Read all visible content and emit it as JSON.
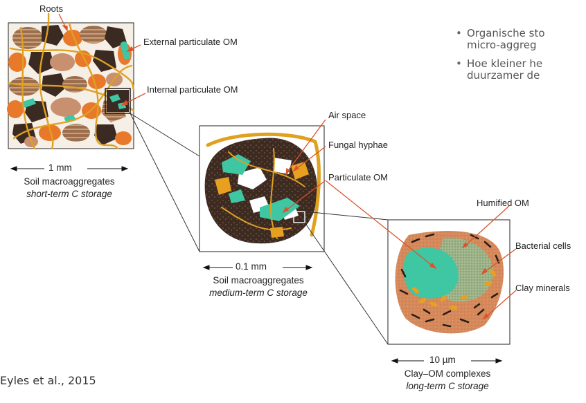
{
  "labels": {
    "roots": "Roots",
    "external_pom": "External particulate OM",
    "internal_pom": "Internal particulate OM",
    "air_space": "Air space",
    "fungal_hyphae": "Fungal hyphae",
    "particulate_om": "Particulate OM",
    "humified_om": "Humified OM",
    "bacterial_cells": "Bacterial cells",
    "clay_minerals": "Clay minerals"
  },
  "panels": [
    {
      "scale": "1 mm",
      "title": "Soil macroaggregates",
      "subtitle": "short-term C storage"
    },
    {
      "scale": "0.1 mm",
      "title": "Soil macroaggregates",
      "subtitle": "medium-term C storage"
    },
    {
      "scale": "10 µm",
      "title": "Clay–OM complexes",
      "subtitle": "long-term C storage"
    }
  ],
  "bullets": [
    {
      "line1": "Organische sto",
      "line2": "micro-aggreg"
    },
    {
      "line1": "Hoe kleiner he",
      "line2": "duurzamer de"
    }
  ],
  "citation": "Eyles et al., 2015",
  "colors": {
    "orange": "#e8782a",
    "dark_aggregate": "#3b2a22",
    "teal": "#3fc6a3",
    "root_yellow": "#e0a020",
    "arrow_red": "#d9542c",
    "clay_tan": "#d68a5c"
  }
}
